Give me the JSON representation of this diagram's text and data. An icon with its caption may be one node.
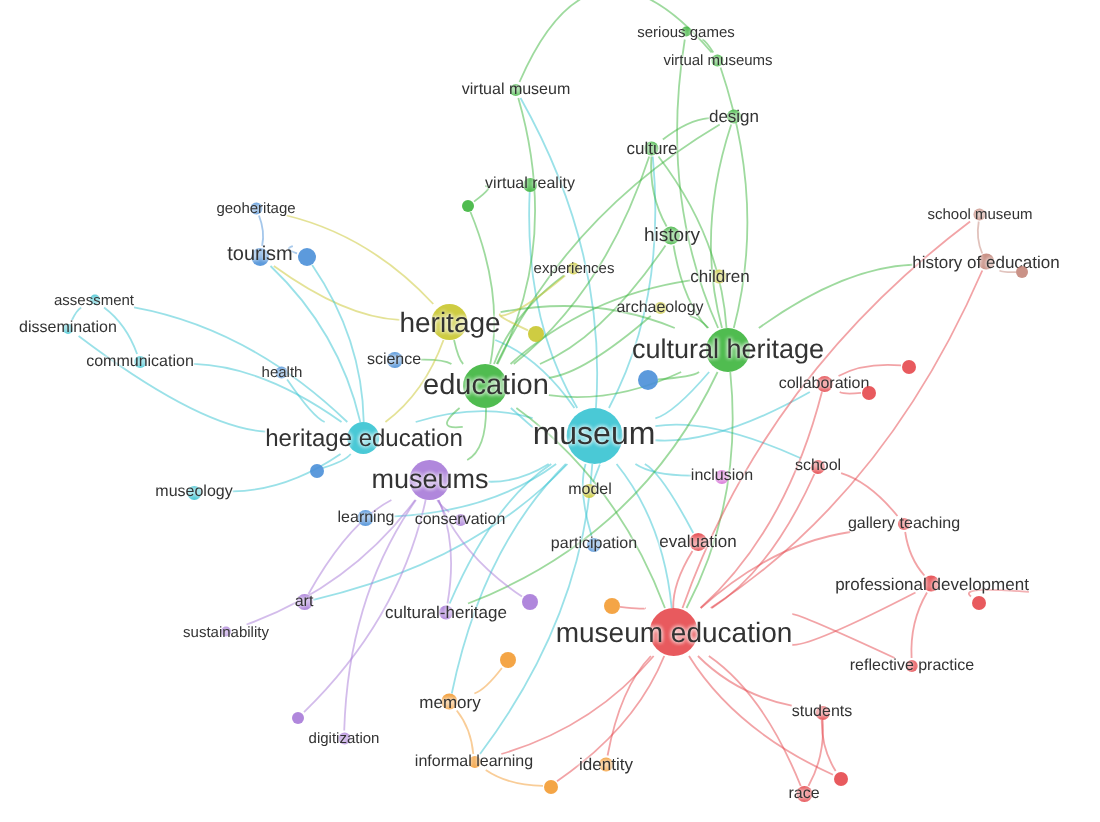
{
  "diagram": {
    "nodes": [
      {
        "text": [
          "virtual museum"
        ]
      },
      {
        "text": [
          "serious games"
        ]
      },
      {
        "text": [
          "virtual museums"
        ]
      },
      {
        "text": [
          "design"
        ]
      },
      {
        "text": [
          "culture"
        ]
      },
      {
        "text": [
          "virtual reality"
        ]
      },
      {
        "text": [],
        "shape": "circle"
      },
      {
        "text": [
          "history"
        ]
      },
      {
        "text": [
          "children"
        ]
      },
      {
        "text": [
          "experiences"
        ]
      },
      {
        "text": [
          "archaeology"
        ]
      },
      {
        "text": [
          "school museum"
        ]
      },
      {
        "text": [
          "history of education"
        ]
      },
      {
        "text": [],
        "shape": "circle"
      },
      {
        "text": [
          "geoheritage"
        ]
      },
      {
        "text": [
          "tourism"
        ]
      },
      {
        "text": [],
        "shape": "circle"
      },
      {
        "text": [
          "assessment"
        ]
      },
      {
        "text": [
          "dissemination"
        ]
      },
      {
        "text": [
          "communication"
        ]
      },
      {
        "text": [
          "health"
        ]
      },
      {
        "text": [
          "science"
        ]
      },
      {
        "text": [
          "heritage"
        ]
      },
      {
        "text": [],
        "shape": "circle"
      },
      {
        "text": [
          "education"
        ]
      },
      {
        "text": [
          "cultural heritage"
        ]
      },
      {
        "text": [],
        "shape": "circle"
      },
      {
        "text": [
          "collaboration"
        ]
      },
      {
        "text": [],
        "shape": "circle"
      },
      {
        "text": [],
        "shape": "circle"
      },
      {
        "text": [
          "museum"
        ]
      },
      {
        "text": [
          "heritage education"
        ]
      },
      {
        "text": [],
        "shape": "circle"
      },
      {
        "text": [
          "museums"
        ]
      },
      {
        "text": [
          "museology"
        ]
      },
      {
        "text": [
          "model"
        ]
      },
      {
        "text": [
          "learning"
        ]
      },
      {
        "text": [
          "conservation"
        ]
      },
      {
        "text": [
          "inclusion"
        ]
      },
      {
        "text": [
          "school"
        ]
      },
      {
        "text": [
          "participation"
        ]
      },
      {
        "text": [
          "evaluation"
        ]
      },
      {
        "text": [
          "gallery teaching"
        ]
      },
      {
        "text": [
          "art"
        ]
      },
      {
        "text": [],
        "shape": "circle"
      },
      {
        "text": [
          "cultural-heritage"
        ]
      },
      {
        "text": [
          "sustainability"
        ]
      },
      {
        "text": [],
        "shape": "circle"
      },
      {
        "text": [
          "professional development"
        ]
      },
      {
        "text": [],
        "shape": "circle"
      },
      {
        "text": [
          "museum education"
        ]
      },
      {
        "text": [],
        "shape": "circle"
      },
      {
        "text": [
          "memory"
        ]
      },
      {
        "text": [
          "reflective practice"
        ]
      },
      {
        "text": [],
        "shape": "circle"
      },
      {
        "text": [
          "digitization"
        ]
      },
      {
        "text": [
          "students"
        ]
      },
      {
        "text": [
          "informal learning"
        ]
      },
      {
        "text": [
          "identity"
        ]
      },
      {
        "text": [],
        "shape": "circle"
      },
      {
        "text": [
          "race"
        ]
      },
      {
        "text": [],
        "shape": "circle"
      }
    ],
    "edges": [
      {
        "from": 30,
        "to": 24,
        "arrow": "none",
        "color": "#36c3d1"
      },
      {
        "from": 30,
        "to": 25,
        "arrow": "none",
        "color": "#36c3d1"
      },
      {
        "from": 30,
        "to": 33,
        "arrow": "none",
        "color": "#36c3d1"
      },
      {
        "from": 30,
        "to": 31,
        "arrow": "none",
        "color": "#36c3d1"
      },
      {
        "from": 30,
        "to": 50,
        "arrow": "none",
        "color": "#36c3d1"
      },
      {
        "from": 30,
        "to": 22,
        "arrow": "none",
        "color": "#36c3d1"
      },
      {
        "from": 30,
        "to": 36,
        "arrow": "none",
        "color": "#36c3d1"
      },
      {
        "from": 30,
        "to": 40,
        "arrow": "none",
        "color": "#36c3d1"
      },
      {
        "from": 30,
        "to": 41,
        "arrow": "none",
        "color": "#36c3d1"
      },
      {
        "from": 30,
        "to": 38,
        "arrow": "none",
        "color": "#36c3d1"
      },
      {
        "from": 30,
        "to": 35,
        "arrow": "none",
        "color": "#36c3d1"
      },
      {
        "from": 30,
        "to": 45,
        "arrow": "none",
        "color": "#36c3d1"
      },
      {
        "from": 30,
        "to": 43,
        "arrow": "none",
        "color": "#36c3d1"
      },
      {
        "from": 30,
        "to": 27,
        "arrow": "none",
        "color": "#36c3d1"
      },
      {
        "from": 30,
        "to": 39,
        "arrow": "none",
        "color": "#36c3d1"
      },
      {
        "from": 30,
        "to": 52,
        "arrow": "none",
        "color": "#36c3d1"
      },
      {
        "from": 30,
        "to": 57,
        "arrow": "none",
        "color": "#36c3d1"
      },
      {
        "from": 30,
        "to": 0,
        "arrow": "none",
        "color": "#36c3d1"
      },
      {
        "from": 30,
        "to": 5,
        "arrow": "none",
        "color": "#36c3d1"
      },
      {
        "from": 30,
        "to": 4,
        "arrow": "none",
        "color": "#36c3d1"
      },
      {
        "from": 24,
        "to": 22,
        "arrow": "none",
        "color": "#3db53d"
      },
      {
        "from": 24,
        "to": 25,
        "arrow": "none",
        "color": "#3db53d"
      },
      {
        "from": 24,
        "to": 31,
        "arrow": "none",
        "color": "#3db53d"
      },
      {
        "from": 24,
        "to": 33,
        "arrow": "none",
        "color": "#3db53d"
      },
      {
        "from": 24,
        "to": 50,
        "arrow": "none",
        "color": "#3db53d"
      },
      {
        "from": 24,
        "to": 7,
        "arrow": "none",
        "color": "#3db53d"
      },
      {
        "from": 24,
        "to": 0,
        "arrow": "none",
        "color": "#3db53d"
      },
      {
        "from": 24,
        "to": 4,
        "arrow": "none",
        "color": "#3db53d"
      },
      {
        "from": 24,
        "to": 3,
        "arrow": "none",
        "color": "#3db53d"
      },
      {
        "from": 24,
        "to": 21,
        "arrow": "none",
        "color": "#3db53d"
      },
      {
        "from": 24,
        "to": 8,
        "arrow": "none",
        "color": "#3db53d"
      },
      {
        "from": 24,
        "to": 10,
        "arrow": "none",
        "color": "#3db53d"
      },
      {
        "from": 24,
        "to": 9,
        "arrow": "none",
        "color": "#3db53d"
      },
      {
        "from": 24,
        "to": 6,
        "arrow": "none",
        "color": "#3db53d"
      },
      {
        "from": 25,
        "to": 7,
        "arrow": "none",
        "color": "#3db53d"
      },
      {
        "from": 25,
        "to": 4,
        "arrow": "none",
        "color": "#3db53d"
      },
      {
        "from": 25,
        "to": 3,
        "arrow": "none",
        "color": "#3db53d"
      },
      {
        "from": 25,
        "to": 2,
        "arrow": "none",
        "color": "#3db53d"
      },
      {
        "from": 25,
        "to": 1,
        "arrow": "none",
        "color": "#3db53d"
      },
      {
        "from": 25,
        "to": 22,
        "arrow": "none",
        "color": "#3db53d"
      },
      {
        "from": 25,
        "to": 50,
        "arrow": "none",
        "color": "#3db53d"
      },
      {
        "from": 25,
        "to": 10,
        "arrow": "none",
        "color": "#3db53d"
      },
      {
        "from": 25,
        "to": 12,
        "arrow": "none",
        "color": "#3db53d"
      },
      {
        "from": 25,
        "to": 45,
        "arrow": "none",
        "color": "#3db53d"
      },
      {
        "from": 25,
        "to": 26,
        "arrow": "none",
        "color": "#3db53d"
      },
      {
        "from": 50,
        "to": 39,
        "arrow": "none",
        "color": "#e5484d"
      },
      {
        "from": 50,
        "to": 42,
        "arrow": "none",
        "color": "#e5484d"
      },
      {
        "from": 50,
        "to": 48,
        "arrow": "none",
        "color": "#e5484d"
      },
      {
        "from": 50,
        "to": 53,
        "arrow": "none",
        "color": "#e5484d"
      },
      {
        "from": 50,
        "to": 56,
        "arrow": "none",
        "color": "#e5484d"
      },
      {
        "from": 50,
        "to": 60,
        "arrow": "none",
        "color": "#e5484d"
      },
      {
        "from": 50,
        "to": 27,
        "arrow": "none",
        "color": "#e5484d"
      },
      {
        "from": 50,
        "to": 41,
        "arrow": "none",
        "color": "#e5484d"
      },
      {
        "from": 50,
        "to": 12,
        "arrow": "none",
        "color": "#e5484d"
      },
      {
        "from": 50,
        "to": 11,
        "arrow": "none",
        "color": "#e5484d"
      },
      {
        "from": 50,
        "to": 58,
        "arrow": "none",
        "color": "#e5484d"
      },
      {
        "from": 50,
        "to": 57,
        "arrow": "none",
        "color": "#e5484d"
      },
      {
        "from": 50,
        "to": 47,
        "arrow": "none",
        "color": "#e5484d"
      },
      {
        "from": 50,
        "to": 61,
        "arrow": "none",
        "color": "#e5484d"
      },
      {
        "from": 50,
        "to": 59,
        "arrow": "none",
        "color": "#e5484d"
      },
      {
        "from": 22,
        "to": 15,
        "arrow": "none",
        "color": "#c9c62e"
      },
      {
        "from": 22,
        "to": 14,
        "arrow": "none",
        "color": "#c9c62e"
      },
      {
        "from": 22,
        "to": 31,
        "arrow": "none",
        "color": "#c9c62e"
      },
      {
        "from": 22,
        "to": 9,
        "arrow": "none",
        "color": "#c9c62e"
      },
      {
        "from": 22,
        "to": 23,
        "arrow": "none",
        "color": "#c9c62e"
      },
      {
        "from": 31,
        "to": 17,
        "arrow": "none",
        "color": "#36c3d1"
      },
      {
        "from": 31,
        "to": 18,
        "arrow": "none",
        "color": "#36c3d1"
      },
      {
        "from": 31,
        "to": 19,
        "arrow": "none",
        "color": "#36c3d1"
      },
      {
        "from": 31,
        "to": 34,
        "arrow": "none",
        "color": "#36c3d1"
      },
      {
        "from": 31,
        "to": 15,
        "arrow": "none",
        "color": "#36c3d1"
      },
      {
        "from": 31,
        "to": 20,
        "arrow": "none",
        "color": "#36c3d1"
      },
      {
        "from": 31,
        "to": 16,
        "arrow": "none",
        "color": "#36c3d1"
      },
      {
        "from": 31,
        "to": 32,
        "arrow": "none",
        "color": "#36c3d1"
      },
      {
        "from": 15,
        "to": 14,
        "arrow": "none",
        "color": "#4a8fd8"
      },
      {
        "from": 15,
        "to": 16,
        "arrow": "none",
        "color": "#4a8fd8"
      },
      {
        "from": 19,
        "to": 17,
        "arrow": "none",
        "color": "#36c3d1"
      },
      {
        "from": 18,
        "to": 17,
        "arrow": "none",
        "color": "#36c3d1"
      },
      {
        "from": 33,
        "to": 43,
        "arrow": "none",
        "color": "#a77ad8"
      },
      {
        "from": 33,
        "to": 46,
        "arrow": "none",
        "color": "#a77ad8"
      },
      {
        "from": 33,
        "to": 55,
        "arrow": "none",
        "color": "#a77ad8"
      },
      {
        "from": 33,
        "to": 54,
        "arrow": "none",
        "color": "#a77ad8"
      },
      {
        "from": 33,
        "to": 37,
        "arrow": "none",
        "color": "#a77ad8"
      },
      {
        "from": 33,
        "to": 45,
        "arrow": "none",
        "color": "#a77ad8"
      },
      {
        "from": 33,
        "to": 44,
        "arrow": "none",
        "color": "#a77ad8"
      },
      {
        "from": 27,
        "to": 28,
        "arrow": "none",
        "color": "#e5484d"
      },
      {
        "from": 27,
        "to": 29,
        "arrow": "none",
        "color": "#e5484d"
      },
      {
        "from": 39,
        "to": 42,
        "arrow": "none",
        "color": "#e5484d"
      },
      {
        "from": 42,
        "to": 48,
        "arrow": "none",
        "color": "#e5484d"
      },
      {
        "from": 48,
        "to": 49,
        "arrow": "none",
        "color": "#e5484d"
      },
      {
        "from": 48,
        "to": 53,
        "arrow": "none",
        "color": "#e5484d"
      },
      {
        "from": 56,
        "to": 60,
        "arrow": "none",
        "color": "#e5484d"
      },
      {
        "from": 56,
        "to": 59,
        "arrow": "none",
        "color": "#e5484d"
      },
      {
        "from": 12,
        "to": 11,
        "arrow": "none",
        "color": "#c4867a"
      },
      {
        "from": 12,
        "to": 13,
        "arrow": "none",
        "color": "#c4867a"
      },
      {
        "from": 52,
        "to": 57,
        "arrow": "none",
        "color": "#f39b32"
      },
      {
        "from": 52,
        "to": 51,
        "arrow": "none",
        "color": "#f39b32"
      },
      {
        "from": 61,
        "to": 57,
        "arrow": "none",
        "color": "#f39b32"
      },
      {
        "from": 0,
        "to": 2,
        "arrow": "none",
        "color": "#3db53d"
      },
      {
        "from": 1,
        "to": 2,
        "arrow": "none",
        "color": "#3db53d"
      },
      {
        "from": 3,
        "to": 4,
        "arrow": "none",
        "color": "#3db53d"
      },
      {
        "from": 7,
        "to": 4,
        "arrow": "none",
        "color": "#3db53d"
      },
      {
        "from": 5,
        "to": 6,
        "arrow": "none",
        "color": "#3db53d"
      }
    ]
  }
}
